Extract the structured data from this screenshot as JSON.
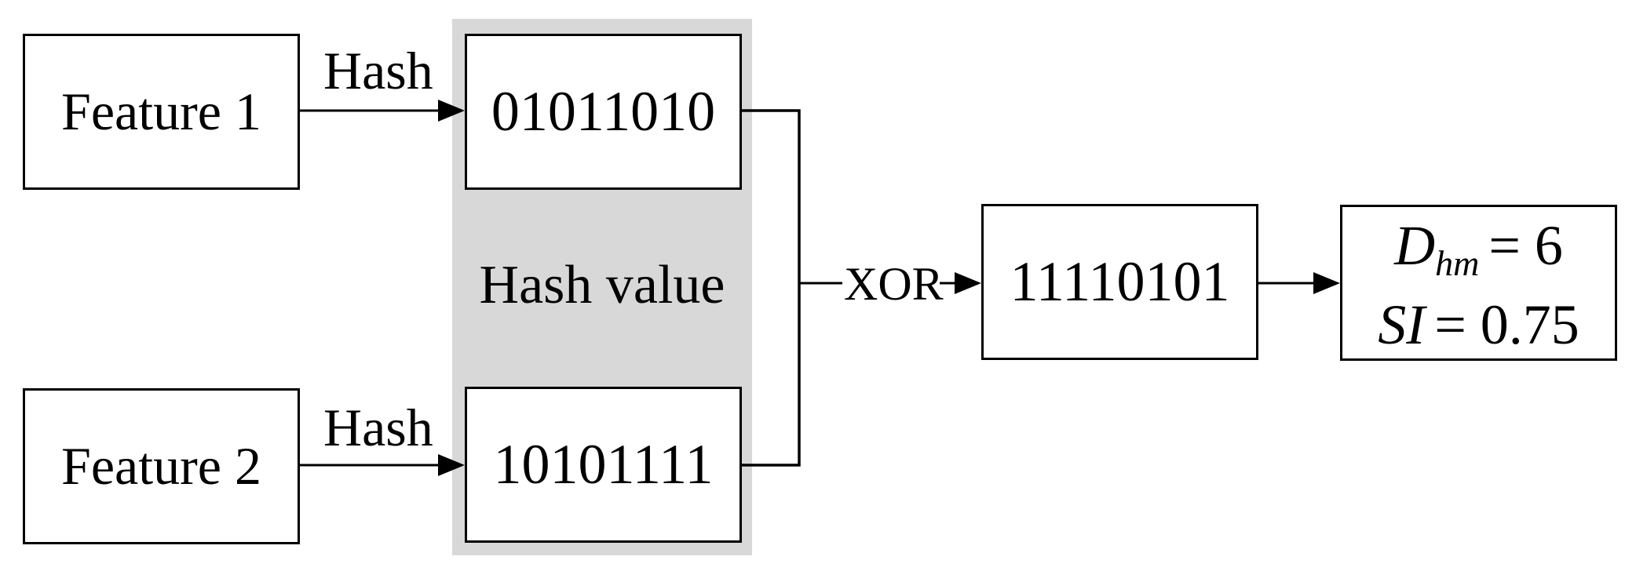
{
  "diagram": {
    "title_semantic": "hash-xor-similarity-flow",
    "feature1_label": "Feature 1",
    "feature2_label": "Feature 2",
    "hash_arrow_label": "Hash",
    "hash1_value": "01011010",
    "hash2_value": "10101111",
    "hash_region_label": "Hash value",
    "xor_label": "XOR",
    "xor_result_value": "11110101",
    "result_box": {
      "line1_var": "D",
      "line1_sub": "hm",
      "line1_eq": "= 6",
      "line2_var": "SI",
      "line2_eq": "= 0.75"
    },
    "colors": {
      "region_background": "#d8d8d8",
      "line_color": "#000000",
      "box_fill": "#ffffff"
    }
  }
}
